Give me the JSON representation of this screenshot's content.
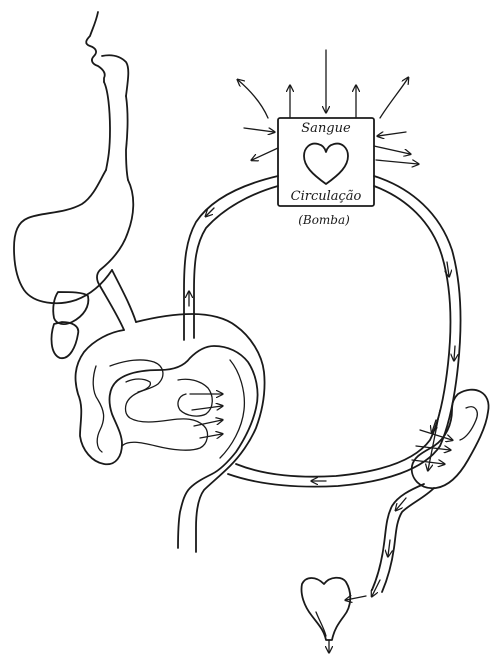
{
  "diagram": {
    "center": {
      "top_label": "Sangue",
      "bottom_label": "Circulação",
      "sub_label": "(Bomba)",
      "icon": "heart-icon"
    },
    "colors": {
      "ink": "#1a1a1a",
      "paper": "#ffffff"
    }
  }
}
